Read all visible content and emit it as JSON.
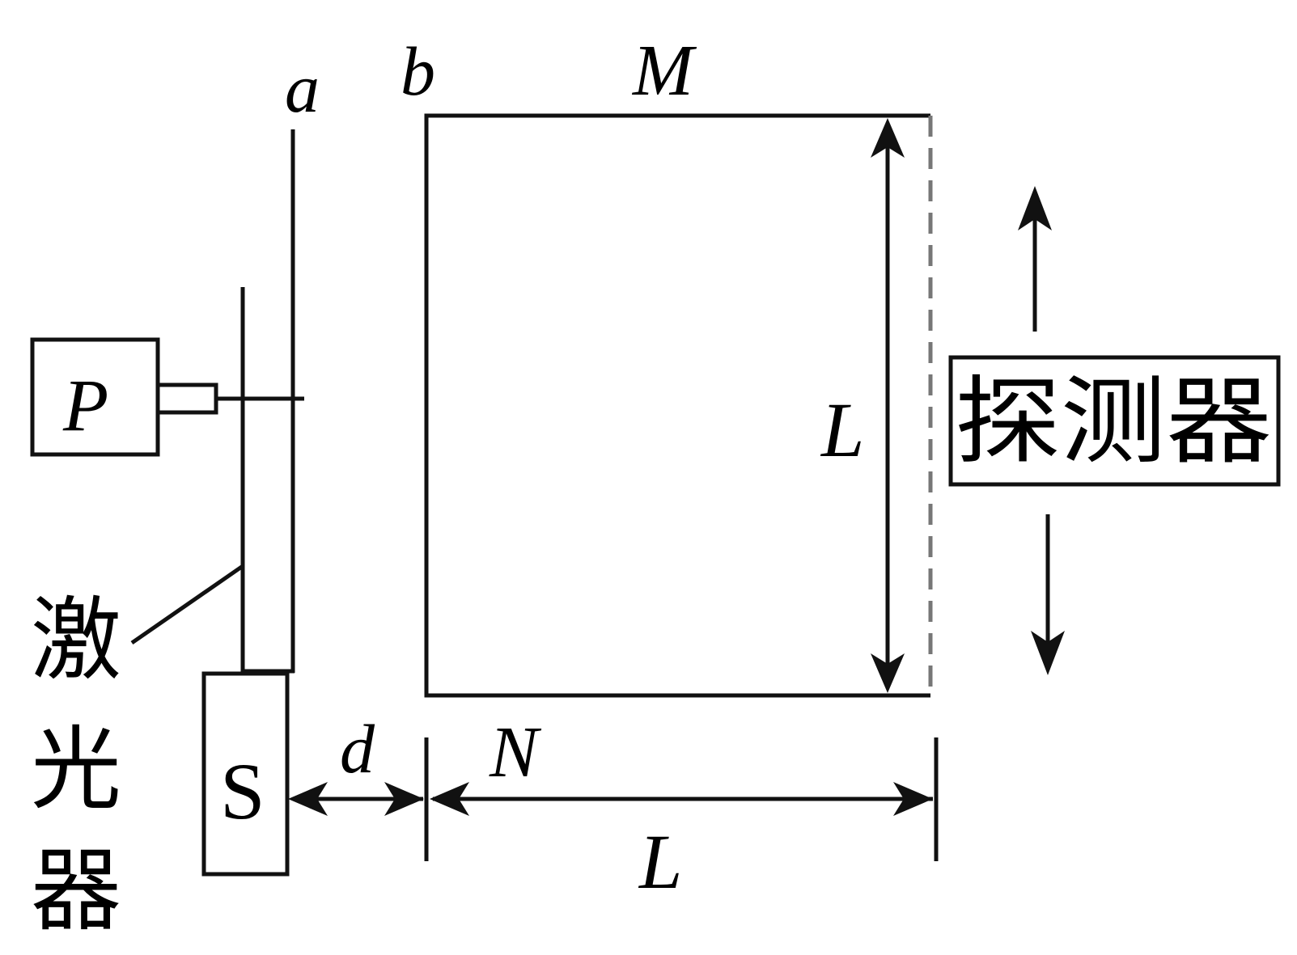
{
  "labels": {
    "a": "a",
    "b": "b",
    "M": "M",
    "N": "N",
    "P": "P",
    "S": "S",
    "d": "d",
    "L_vertical": "L",
    "L_horizontal": "L",
    "detector": "探测器",
    "laser": [
      "激",
      "光",
      "器"
    ]
  },
  "colors": {
    "line": "#111111",
    "dashed": "#777777",
    "background": "#ffffff"
  }
}
